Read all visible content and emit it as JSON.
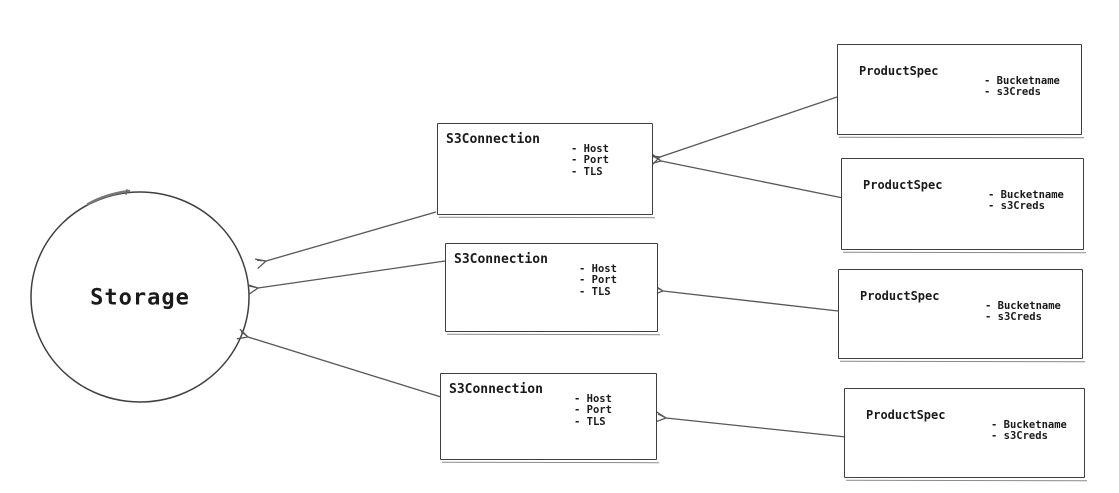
{
  "diagram": {
    "storage": {
      "label": "Storage"
    },
    "s3_connections": [
      {
        "title": "S3Connection",
        "attributes": [
          "- Host",
          "- Port",
          "- TLS"
        ]
      },
      {
        "title": "S3Connection",
        "attributes": [
          "- Host",
          "- Port",
          "- TLS"
        ]
      },
      {
        "title": "S3Connection",
        "attributes": [
          "- Host",
          "- Port",
          "- TLS"
        ]
      }
    ],
    "product_specs": [
      {
        "title": "ProductSpec",
        "attributes": [
          "- Bucketname",
          "- s3Creds"
        ]
      },
      {
        "title": "ProductSpec",
        "attributes": [
          "- Bucketname",
          "- s3Creds"
        ]
      },
      {
        "title": "ProductSpec",
        "attributes": [
          "- Bucketname",
          "- s3Creds"
        ]
      },
      {
        "title": "ProductSpec",
        "attributes": [
          "- Bucketname",
          "- s3Creds"
        ]
      }
    ],
    "colors": {
      "background": "#ffffff",
      "shape_stroke": "#3f3f3f",
      "arrow_stroke": "#575757",
      "text": "#1a1a1a"
    }
  }
}
